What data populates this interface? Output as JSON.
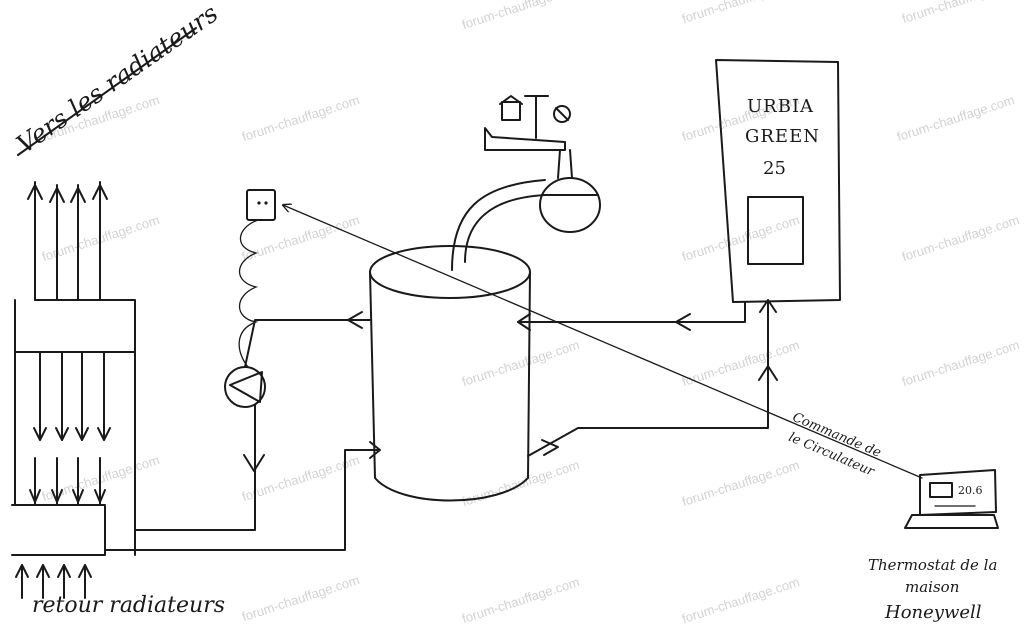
{
  "watermark": "forum-chauffage.com",
  "labels": {
    "supply": "Vers les radiateurs",
    "return": "retour radiateurs",
    "boiler_line1": "URBIA",
    "boiler_line2": "GREEN",
    "boiler_line3": "25",
    "command_line1": "Commande de",
    "command_line2": "le Circulateur",
    "thermostat_line1": "Thermostat de la",
    "thermostat_line2": "maison",
    "thermostat_line3": "Honeywell",
    "thermostat_display": "20.6"
  },
  "colors": {
    "ink": "#1a1a1a",
    "watermark": "#d2d2d2",
    "paper": "#ffffff"
  }
}
